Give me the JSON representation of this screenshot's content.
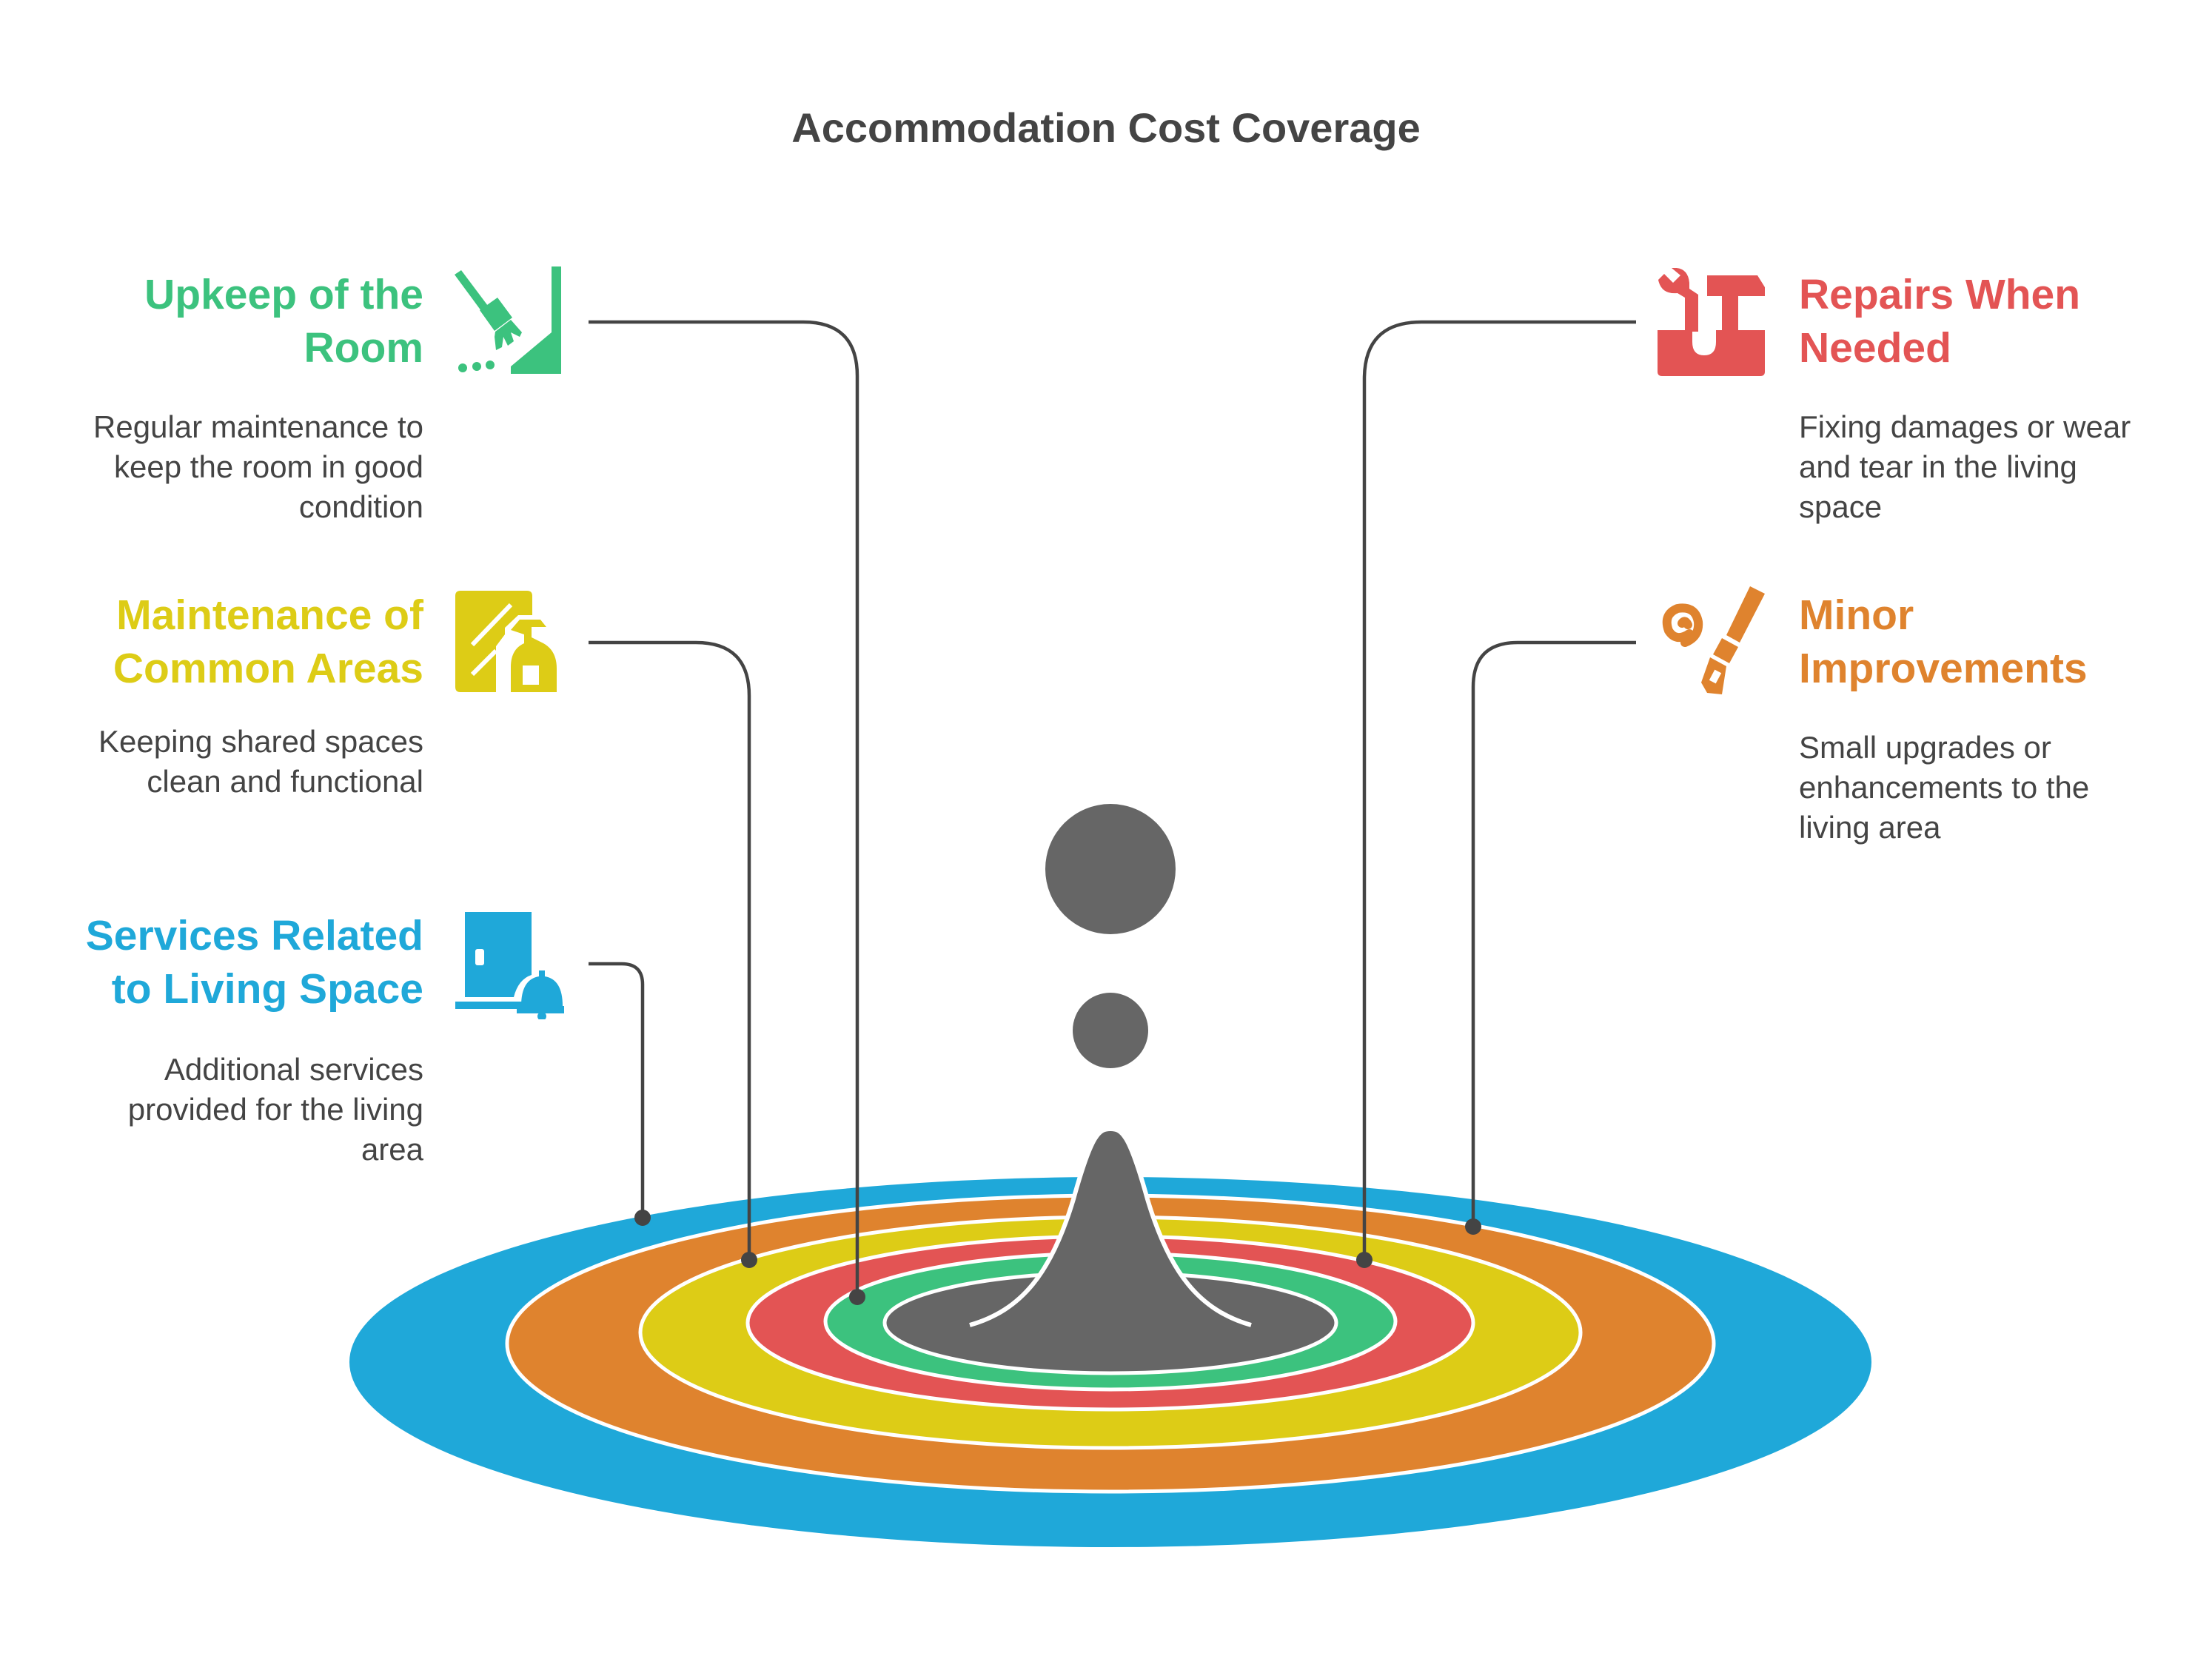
{
  "title": "Accommodation Cost Coverage",
  "colors": {
    "green": "#3CC27E",
    "yellow": "#DDCC16",
    "blue": "#1FA8D9",
    "red": "#E35454",
    "orange": "#DF832E",
    "dark": "#666666",
    "line": "#444444"
  },
  "items": {
    "upkeep": {
      "heading": "Upkeep of the\nRoom",
      "description": "Regular maintenance to\nkeep the room in good\ncondition",
      "icon": "broom-icon"
    },
    "common": {
      "heading": "Maintenance of\nCommon Areas",
      "description": "Keeping shared spaces\nclean and functional",
      "icon": "cleaning-spray-icon"
    },
    "services": {
      "heading": "Services Related\nto Living Space",
      "description": "Additional services\nprovided for the living\narea",
      "icon": "door-bell-icon"
    },
    "repairs": {
      "heading": "Repairs When\nNeeded",
      "description": "Fixing damages or wear\nand tear in the living\nspace",
      "icon": "toolbox-icon"
    },
    "improvements": {
      "heading": "Minor\nImprovements",
      "description": "Small upgrades or\nenhancements to the\nliving area",
      "icon": "paintbrush-icon"
    }
  }
}
